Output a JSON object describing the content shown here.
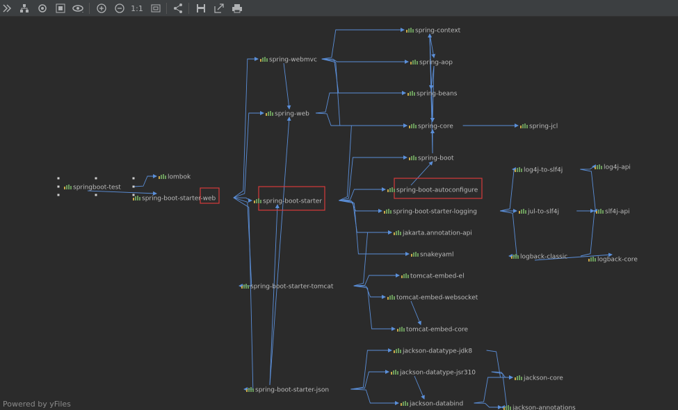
{
  "colors": {
    "background": "#2b2b2b",
    "toolbar": "#3c3f41",
    "edge": "#5b8fd9",
    "icon_bar": "#6a9a5b",
    "highlight": "#d63b3b",
    "label": "#bbbbbb"
  },
  "toolbar": {
    "buttons": [
      {
        "icon": "collapse-arrows-icon"
      },
      {
        "icon": "hierarchy-icon"
      },
      {
        "icon": "target-select-icon"
      },
      {
        "icon": "fit-grid-icon"
      },
      {
        "icon": "eye-dropdown-icon"
      },
      {
        "icon": "zoom-in-icon"
      },
      {
        "icon": "zoom-out-icon"
      },
      {
        "icon": "actual-size-icon",
        "label": "1:1"
      },
      {
        "icon": "fit-page-icon"
      },
      {
        "icon": "share-tree-icon"
      },
      {
        "icon": "save-icon"
      },
      {
        "icon": "export-icon"
      },
      {
        "icon": "print-icon"
      }
    ]
  },
  "graph": {
    "root": "springboot-test",
    "nodes": [
      {
        "id": "springboot-test",
        "label": "springboot-test",
        "selected": true
      },
      {
        "id": "lombok",
        "label": "lombok"
      },
      {
        "id": "spring-boot-starter-web",
        "label": "spring-boot-starter-web",
        "highlighted": true
      },
      {
        "id": "spring-webmvc",
        "label": "spring-webmvc"
      },
      {
        "id": "spring-web",
        "label": "spring-web"
      },
      {
        "id": "spring-boot-starter",
        "label": "spring-boot-starter",
        "highlighted": true
      },
      {
        "id": "spring-boot-starter-tomcat",
        "label": "spring-boot-starter-tomcat"
      },
      {
        "id": "spring-boot-starter-json",
        "label": "spring-boot-starter-json"
      },
      {
        "id": "spring-context",
        "label": "spring-context"
      },
      {
        "id": "spring-aop",
        "label": "spring-aop"
      },
      {
        "id": "spring-beans",
        "label": "spring-beans"
      },
      {
        "id": "spring-core",
        "label": "spring-core"
      },
      {
        "id": "spring-jcl",
        "label": "spring-jcl"
      },
      {
        "id": "spring-boot",
        "label": "spring-boot"
      },
      {
        "id": "spring-boot-autoconfigure",
        "label": "spring-boot-autoconfigure",
        "highlighted": true
      },
      {
        "id": "spring-boot-starter-logging",
        "label": "spring-boot-starter-logging"
      },
      {
        "id": "jakarta.annotation-api",
        "label": "jakarta.annotation-api"
      },
      {
        "id": "snakeyaml",
        "label": "snakeyaml"
      },
      {
        "id": "tomcat-embed-el",
        "label": "tomcat-embed-el"
      },
      {
        "id": "tomcat-embed-websocket",
        "label": "tomcat-embed-websocket"
      },
      {
        "id": "tomcat-embed-core",
        "label": "tomcat-embed-core"
      },
      {
        "id": "log4j-to-slf4j",
        "label": "log4j-to-slf4j"
      },
      {
        "id": "log4j-api",
        "label": "log4j-api"
      },
      {
        "id": "jul-to-slf4j",
        "label": "jul-to-slf4j"
      },
      {
        "id": "slf4j-api",
        "label": "slf4j-api"
      },
      {
        "id": "logback-classic",
        "label": "logback-classic"
      },
      {
        "id": "logback-core",
        "label": "logback-core"
      },
      {
        "id": "jackson-datatype-jdk8",
        "label": "jackson-datatype-jdk8"
      },
      {
        "id": "jackson-datatype-jsr310",
        "label": "jackson-datatype-jsr310"
      },
      {
        "id": "jackson-databind",
        "label": "jackson-databind"
      },
      {
        "id": "jackson-core",
        "label": "jackson-core"
      },
      {
        "id": "jackson-annotations",
        "label": "jackson-annotations"
      }
    ],
    "edges": [
      [
        "springboot-test",
        "lombok"
      ],
      [
        "springboot-test",
        "spring-boot-starter-web"
      ],
      [
        "spring-boot-starter-web",
        "spring-webmvc"
      ],
      [
        "spring-boot-starter-web",
        "spring-web"
      ],
      [
        "spring-boot-starter-web",
        "spring-boot-starter"
      ],
      [
        "spring-boot-starter-web",
        "spring-boot-starter-tomcat"
      ],
      [
        "spring-boot-starter-web",
        "spring-boot-starter-json"
      ],
      [
        "spring-webmvc",
        "spring-context"
      ],
      [
        "spring-webmvc",
        "spring-aop"
      ],
      [
        "spring-webmvc",
        "spring-beans"
      ],
      [
        "spring-webmvc",
        "spring-core"
      ],
      [
        "spring-webmvc",
        "spring-web"
      ],
      [
        "spring-web",
        "spring-beans"
      ],
      [
        "spring-web",
        "spring-core"
      ],
      [
        "spring-context",
        "spring-aop"
      ],
      [
        "spring-context",
        "spring-beans"
      ],
      [
        "spring-context",
        "spring-core"
      ],
      [
        "spring-aop",
        "spring-beans"
      ],
      [
        "spring-aop",
        "spring-core"
      ],
      [
        "spring-beans",
        "spring-core"
      ],
      [
        "spring-core",
        "spring-jcl"
      ],
      [
        "spring-boot",
        "spring-context"
      ],
      [
        "spring-boot",
        "spring-core"
      ],
      [
        "spring-boot-starter",
        "spring-boot"
      ],
      [
        "spring-boot-starter",
        "spring-boot-autoconfigure"
      ],
      [
        "spring-boot-starter",
        "spring-boot-starter-logging"
      ],
      [
        "spring-boot-starter",
        "jakarta.annotation-api"
      ],
      [
        "spring-boot-starter",
        "snakeyaml"
      ],
      [
        "spring-boot-starter",
        "spring-core"
      ],
      [
        "spring-boot-autoconfigure",
        "spring-boot"
      ],
      [
        "spring-boot-starter-logging",
        "log4j-to-slf4j"
      ],
      [
        "spring-boot-starter-logging",
        "jul-to-slf4j"
      ],
      [
        "spring-boot-starter-logging",
        "logback-classic"
      ],
      [
        "log4j-to-slf4j",
        "log4j-api"
      ],
      [
        "log4j-to-slf4j",
        "slf4j-api"
      ],
      [
        "jul-to-slf4j",
        "slf4j-api"
      ],
      [
        "logback-classic",
        "slf4j-api"
      ],
      [
        "logback-classic",
        "logback-core"
      ],
      [
        "spring-boot-starter-tomcat",
        "jakarta.annotation-api"
      ],
      [
        "spring-boot-starter-tomcat",
        "tomcat-embed-el"
      ],
      [
        "spring-boot-starter-tomcat",
        "tomcat-embed-websocket"
      ],
      [
        "spring-boot-starter-tomcat",
        "tomcat-embed-core"
      ],
      [
        "tomcat-embed-websocket",
        "tomcat-embed-core"
      ],
      [
        "spring-boot-starter-json",
        "spring-boot-starter"
      ],
      [
        "spring-boot-starter-json",
        "spring-web"
      ],
      [
        "spring-boot-starter-json",
        "jackson-datatype-jdk8"
      ],
      [
        "spring-boot-starter-json",
        "jackson-datatype-jsr310"
      ],
      [
        "spring-boot-starter-json",
        "jackson-databind"
      ],
      [
        "jackson-datatype-jdk8",
        "jackson-core"
      ],
      [
        "jackson-datatype-jsr310",
        "jackson-core"
      ],
      [
        "jackson-datatype-jsr310",
        "jackson-annotations"
      ],
      [
        "jackson-datatype-jsr310",
        "jackson-databind"
      ],
      [
        "jackson-databind",
        "jackson-core"
      ],
      [
        "jackson-databind",
        "jackson-annotations"
      ]
    ]
  },
  "watermark": "Powered by yFiles"
}
